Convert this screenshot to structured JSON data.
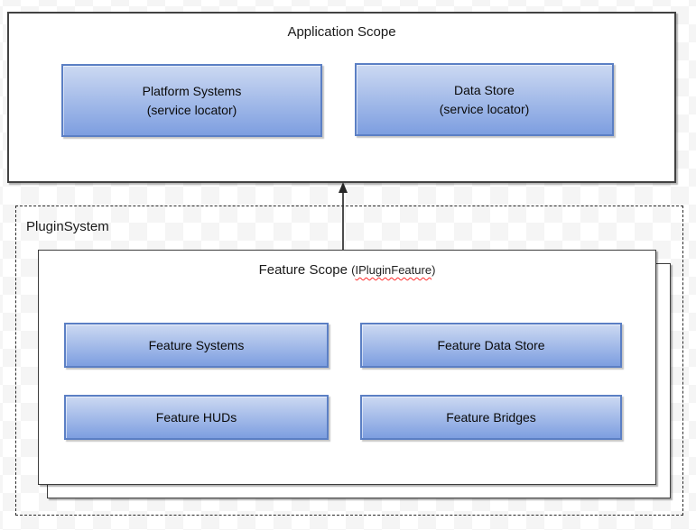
{
  "application_scope": {
    "title": "Application Scope",
    "platform_systems": {
      "line1": "Platform Systems",
      "line2": "(service locator)"
    },
    "data_store": {
      "line1": "Data Store",
      "line2": "(service locator)"
    }
  },
  "plugin_system": {
    "title": "PluginSystem",
    "feature_scope": {
      "title": "Feature Scope",
      "subtitle_open": "(",
      "subtitle_word": "IPluginFeature",
      "subtitle_close": ")",
      "feature_systems": "Feature Systems",
      "feature_data_store": "Feature Data Store",
      "feature_huds": "Feature HUDs",
      "feature_bridges": "Feature Bridges"
    }
  },
  "colors": {
    "box_gradient_top": "#ccd9f2",
    "box_gradient_bottom": "#7d9ee0",
    "box_border": "#5b7fc4",
    "spellcheck_underline": "#ff2a2a",
    "checker_light": "#f5f5f5"
  }
}
